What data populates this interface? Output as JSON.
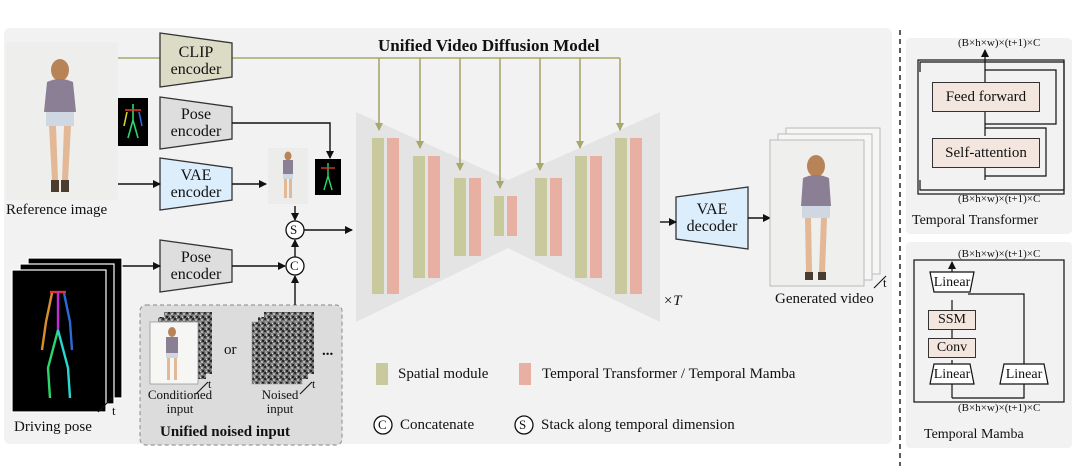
{
  "title": "Unified Video Diffusion Model",
  "reference_image_label": "Reference image",
  "driving_pose_label": "Driving pose",
  "generated_video_label": "Generated video",
  "encoders": {
    "clip": [
      "CLIP",
      "encoder"
    ],
    "pose_top": [
      "Pose",
      "encoder"
    ],
    "vae": [
      "VAE",
      "encoder"
    ],
    "pose_bottom": [
      "Pose",
      "encoder"
    ],
    "vae_decoder": [
      "VAE",
      "decoder"
    ]
  },
  "ops": {
    "stack": "S",
    "concat": "C"
  },
  "repeat_label": "×T",
  "time_label": "t",
  "noised_input": {
    "title": "Unified noised input",
    "or": "or",
    "dots": "...",
    "conditioned": [
      "Conditioned",
      "input"
    ],
    "noised": [
      "Noised",
      "input"
    ]
  },
  "legend": {
    "spatial": "Spatial module",
    "temporal": "Temporal Transformer / Temporal Mamba",
    "concat_symbol": "C",
    "concat": "Concatenate",
    "stack_symbol": "S",
    "stack": "Stack along temporal dimension"
  },
  "temporal_transformer": {
    "title": "Temporal Transformer",
    "top_shape": "(B×h×w)×(t+1)×C",
    "bottom_shape": "(B×h×w)×(t+1)×C",
    "feed_forward": "Feed forward",
    "self_attention": "Self-attention"
  },
  "temporal_mamba": {
    "title": "Temporal Mamba",
    "top_shape": "(B×h×w)×(t+1)×C",
    "bottom_shape": "(B×h×w)×(t+1)×C",
    "linear_top": "Linear",
    "ssm": "SSM",
    "conv": "Conv",
    "linear_left": "Linear",
    "linear_right": "Linear"
  },
  "colors": {
    "panel_bg": "#f2f2f2",
    "clip_fill": "#dcdcc6",
    "pose_fill": "#dedede",
    "vae_fill": "#dceefb",
    "spatial": "#c8c99c",
    "temporal": "#e8b0a2",
    "block_fill": "#f3e6de",
    "unet_fill": "#e4e4e4"
  }
}
